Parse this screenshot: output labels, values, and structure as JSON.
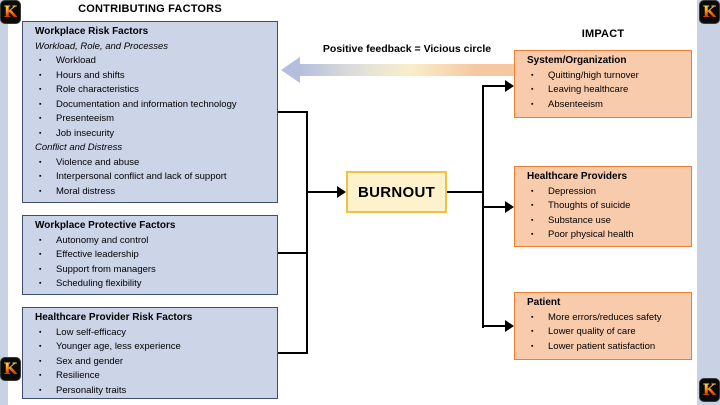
{
  "headers": {
    "contributing": "CONTRIBUTING FACTORS",
    "impact": "IMPACT"
  },
  "feedback": {
    "label": "Positive feedback = Vicious circle"
  },
  "burnout": {
    "label": "BURNOUT"
  },
  "page": {
    "logo_letter": "K",
    "bullet_glyph": "▪"
  },
  "contributing_boxes": [
    {
      "title": "Workplace Risk Factors",
      "sections": [
        {
          "subtitle": "Workload, Role, and Processes",
          "items": [
            "Workload",
            "Hours and shifts",
            "Role characteristics",
            "Documentation and information technology",
            "Presenteeism",
            "Job insecurity"
          ]
        },
        {
          "subtitle": "Conflict and Distress",
          "items": [
            "Violence and abuse",
            "Interpersonal conflict and lack of support",
            "Moral distress"
          ]
        }
      ]
    },
    {
      "title": "Workplace Protective Factors",
      "sections": [
        {
          "subtitle": "",
          "items": [
            "Autonomy and control",
            "Effective leadership",
            "Support from managers",
            "Scheduling flexibility"
          ]
        }
      ]
    },
    {
      "title": "Healthcare Provider Risk Factors",
      "sections": [
        {
          "subtitle": "",
          "items": [
            "Low self-efficacy",
            "Younger age, less experience",
            "Sex and gender",
            "Resilience",
            "Personality traits"
          ]
        }
      ]
    }
  ],
  "impact_boxes": [
    {
      "title": "System/Organization",
      "sections": [
        {
          "subtitle": "",
          "items": [
            "Quitting/high turnover",
            "Leaving healthcare",
            "Absenteeism"
          ]
        }
      ]
    },
    {
      "title": "Healthcare Providers",
      "sections": [
        {
          "subtitle": "",
          "items": [
            "Depression",
            "Thoughts of suicide",
            "Substance use",
            "Poor physical health"
          ]
        }
      ]
    },
    {
      "title": "Patient",
      "sections": [
        {
          "subtitle": "",
          "items": [
            "More errors/reduces safety",
            "Lower quality of care",
            "Lower patient satisfaction"
          ]
        }
      ]
    }
  ],
  "colors": {
    "factor_fill": "#ccd4e8",
    "factor_border": "#3f4e6e",
    "impact_fill": "#f8cbad",
    "impact_border": "#ed7d31",
    "burnout_fill": "#fef2cc",
    "burnout_border": "#f2c144",
    "strip": "#c9d1e4",
    "line": "#000000",
    "grad_left": "#b4bfdd",
    "grad_mid": "#f9eec9",
    "grad_right": "#f6c8a2"
  }
}
